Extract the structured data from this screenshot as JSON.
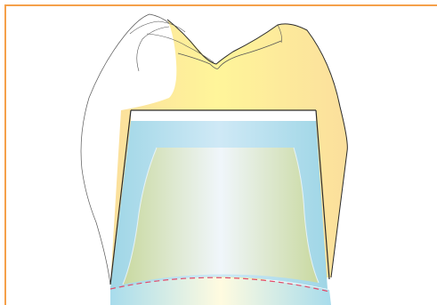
{
  "figure": {
    "title": "",
    "colors": {
      "frame": "#f5a04a",
      "crown_fill_light": "#fff59a",
      "crown_fill_dark": "#fbdf9c",
      "crown_outline": "#2b2b2b",
      "prep_outer_edge": "#9fd6e6",
      "prep_outer_center": "#cfe9f6",
      "prep_inner_edge": "#c9d9a0",
      "prep_inner_center": "#f0f6fb",
      "margin_line": "#e24b6a",
      "original_outline": "#555555"
    },
    "icons": [
      "tooth-crown-shape",
      "tooth-preparation-core",
      "margin-line",
      "original-tooth-outline"
    ]
  }
}
